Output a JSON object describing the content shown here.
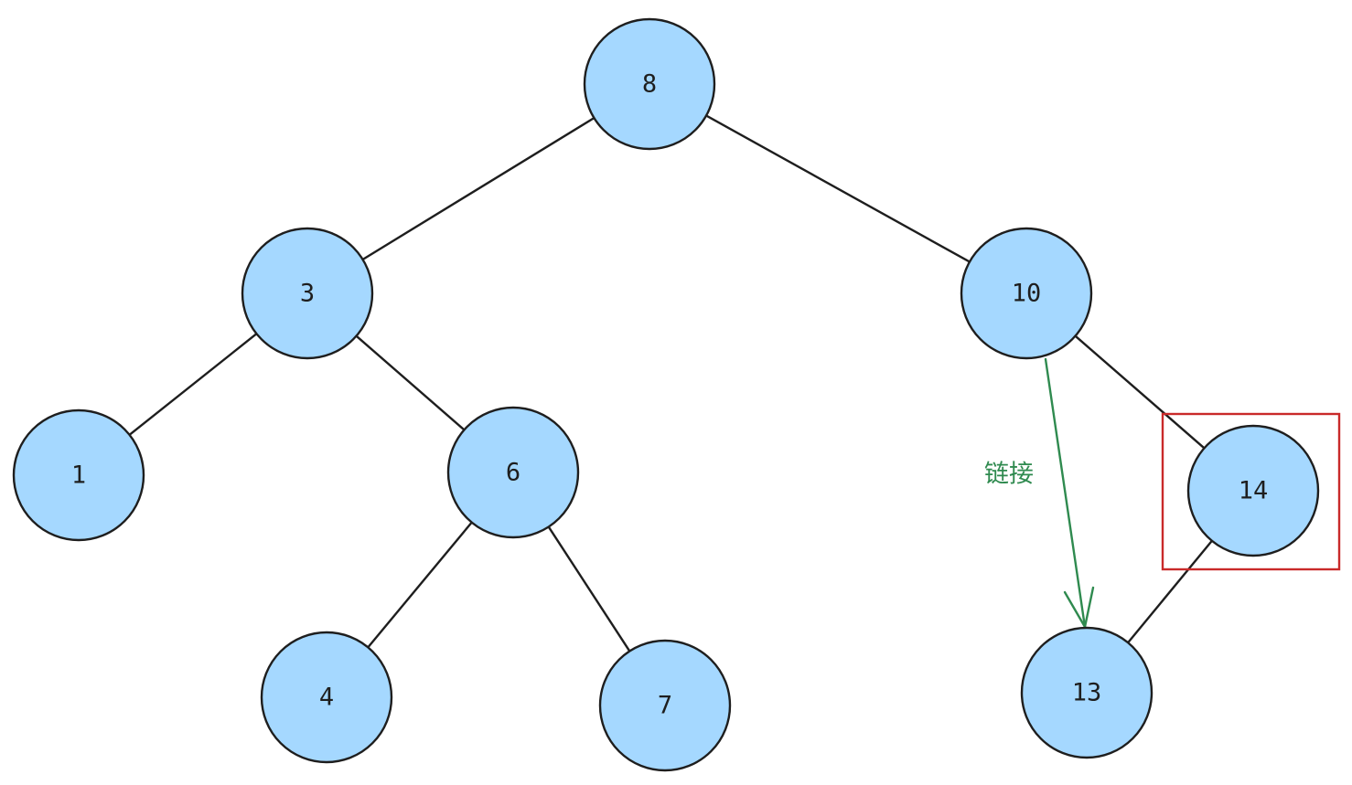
{
  "colors": {
    "node_fill": "#a5d8ff",
    "stroke": "#1e1e1e",
    "link": "#2f8a4f",
    "highlight": "#c92a2a"
  },
  "nodes": [
    {
      "id": "n8",
      "label": "8"
    },
    {
      "id": "n3",
      "label": "3"
    },
    {
      "id": "n10",
      "label": "10"
    },
    {
      "id": "n1",
      "label": "1"
    },
    {
      "id": "n6",
      "label": "6"
    },
    {
      "id": "n14",
      "label": "14"
    },
    {
      "id": "n4",
      "label": "4"
    },
    {
      "id": "n7",
      "label": "7"
    },
    {
      "id": "n13",
      "label": "13"
    }
  ],
  "edges": [
    {
      "from": "n8",
      "to": "n3"
    },
    {
      "from": "n8",
      "to": "n10"
    },
    {
      "from": "n3",
      "to": "n1"
    },
    {
      "from": "n3",
      "to": "n6"
    },
    {
      "from": "n6",
      "to": "n4"
    },
    {
      "from": "n6",
      "to": "n7"
    },
    {
      "from": "n10",
      "to": "n14"
    },
    {
      "from": "n14",
      "to": "n13"
    }
  ],
  "link": {
    "from": "n10",
    "to": "n13",
    "label": "链接"
  },
  "highlight": {
    "node": "n14"
  }
}
